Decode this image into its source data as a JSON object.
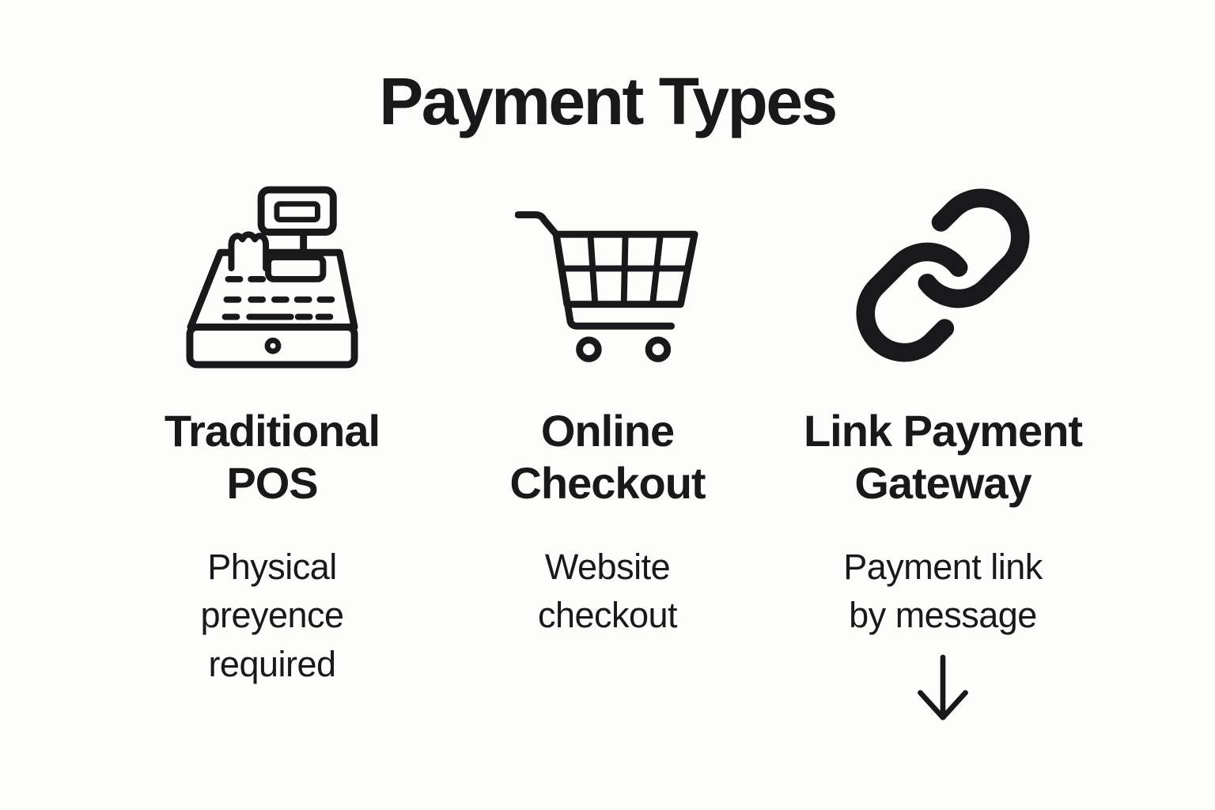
{
  "canvas": {
    "background": "#fdfdfc",
    "ink": "#19191b"
  },
  "title": "Payment Types",
  "columns": [
    {
      "icon": "cash-register-icon",
      "heading_line1": "Traditional",
      "heading_line2": "POS",
      "desc_line1": "Physical",
      "desc_line2": "preyence",
      "desc_line3": "required"
    },
    {
      "icon": "shopping-cart-icon",
      "heading_line1": "Online",
      "heading_line2": "Checkout",
      "desc_line1": "Website",
      "desc_line2": "checkout"
    },
    {
      "icon": "link-icon",
      "heading_line1": "Link Payment",
      "heading_line2": "Gateway",
      "desc_line1": "Payment link",
      "desc_line2": "by message",
      "arrow": "down-arrow-icon"
    }
  ]
}
